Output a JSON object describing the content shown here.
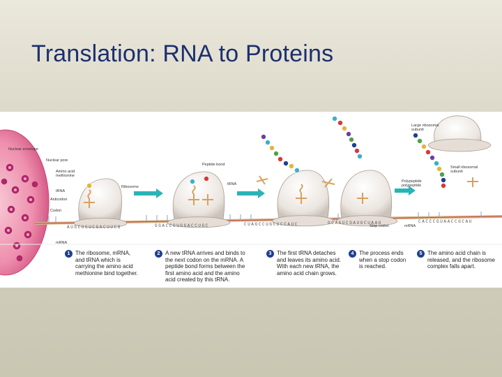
{
  "slide": {
    "title": "Translation: RNA to Proteins"
  },
  "labels": {
    "nuclear_envelope": "Nuclear envelope",
    "nuclear_pore": "Nuclear pore",
    "amino_acid": "Amino acid\nmethionine",
    "trna": "tRNA",
    "anticodon": "Anticodon",
    "codon": "Codon",
    "mrna": "mRNA",
    "ribosome": "Ribosome",
    "peptide_bond": "Peptide bond",
    "trna2": "tRNA",
    "large_subunit": "Large ribosomal\nsubunit",
    "small_subunit": "Small ribosomal\nsubunit",
    "polypeptide": "Polypeptide\npolypeptide",
    "stop_codon": "Stop codon",
    "mrna2": "mRNA"
  },
  "codon_sequences": [
    "AUGCUGUCGACUUCG",
    "GGACCGUGGACCUGC",
    "CUAGCCUGCUCCAUC",
    "GCAGUCGAUGCUAAG",
    "CACCCGUAACCGCAU"
  ],
  "steps": [
    {
      "num": "1",
      "text": "The ribosome, mRNA,\nand tRNA which is\ncarrying the amino acid\nmethionine bind together."
    },
    {
      "num": "2",
      "text": "A new tRNA arrives and binds to\nthe next codon on the mRNA. A\npeptide bond forms between the\nfirst amino acid and the amino\nacid created by this tRNA."
    },
    {
      "num": "3",
      "text": "The first tRNA detaches\nand leaves its amino acid.\nWith each new tRNA, the\namino acid chain grows."
    },
    {
      "num": "4",
      "text": "The process ends\nwhen a stop codon\nis reached."
    },
    {
      "num": "5",
      "text": "The amino acid chain is\nreleased, and the ribosome\ncomplex falls apart."
    }
  ],
  "colors": {
    "title": "#1b2f6e",
    "ribosome": "#ece7e2",
    "nucleus": "#e0447c",
    "arrow": "#2ab3b8",
    "mrna": "#e3c9a5",
    "step_badge": "#1f3f8f"
  }
}
